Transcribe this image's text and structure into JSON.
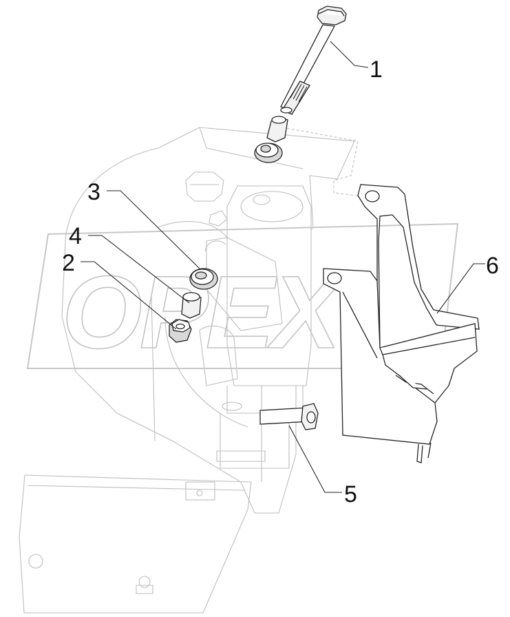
{
  "watermark": {
    "text": "OPEX"
  },
  "corner_mark": "",
  "callouts": [
    {
      "id": "1",
      "label": "1"
    },
    {
      "id": "2",
      "label": "2"
    },
    {
      "id": "3",
      "label": "3"
    },
    {
      "id": "4",
      "label": "4"
    },
    {
      "id": "5",
      "label": "5"
    },
    {
      "id": "6",
      "label": "6"
    }
  ]
}
